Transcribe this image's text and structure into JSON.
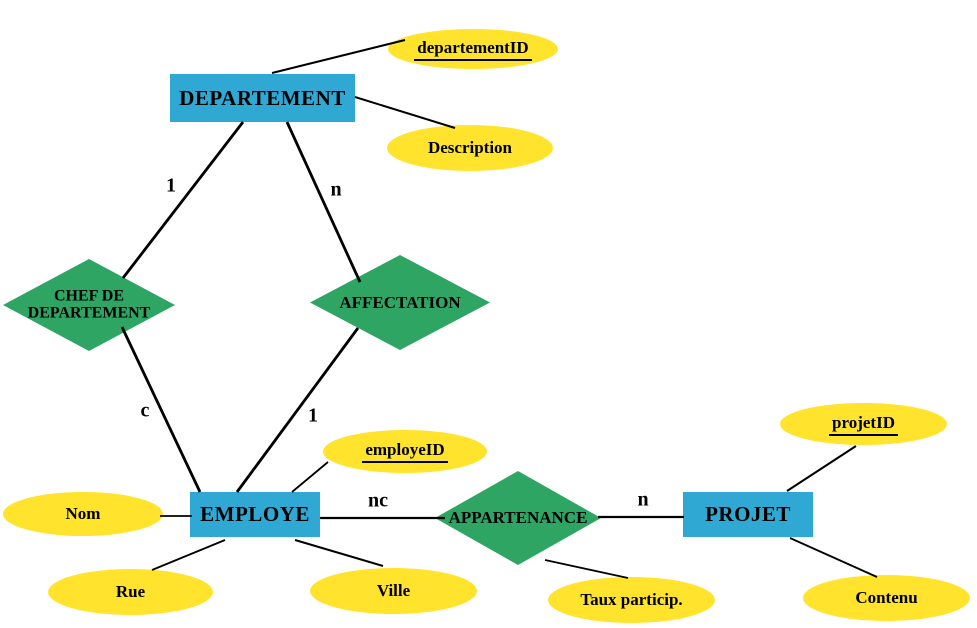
{
  "colors": {
    "entity_fill": "#2FA8D4",
    "relationship_fill": "#2EA563",
    "attribute_fill": "#FFE32D",
    "connector": "#000000",
    "text": "#000000",
    "background": "#FFFFFF"
  },
  "entities": {
    "departement": "DEPARTEMENT",
    "employe": "EMPLOYE",
    "projet": "PROJET"
  },
  "relationships": {
    "chef_de_departement": "CHEF DE DEPARTEMENT",
    "affectation": "AFFECTATION",
    "appartenance": "APPARTENANCE"
  },
  "attributes": {
    "departement_id": "departementID",
    "description": "Description",
    "employe_id": "employeID",
    "nom": "Nom",
    "rue": "Rue",
    "ville": "Ville",
    "taux_particip": "Taux particip.",
    "projet_id": "projetID",
    "contenu": "Contenu"
  },
  "primary_keys": [
    "departementID",
    "employeID",
    "projetID"
  ],
  "cardinalities": {
    "departement_chef": "1",
    "departement_affectation": "n",
    "chef_employe": "c",
    "affectation_employe": "1",
    "employe_appartenance": "nc",
    "appartenance_projet": "n"
  }
}
